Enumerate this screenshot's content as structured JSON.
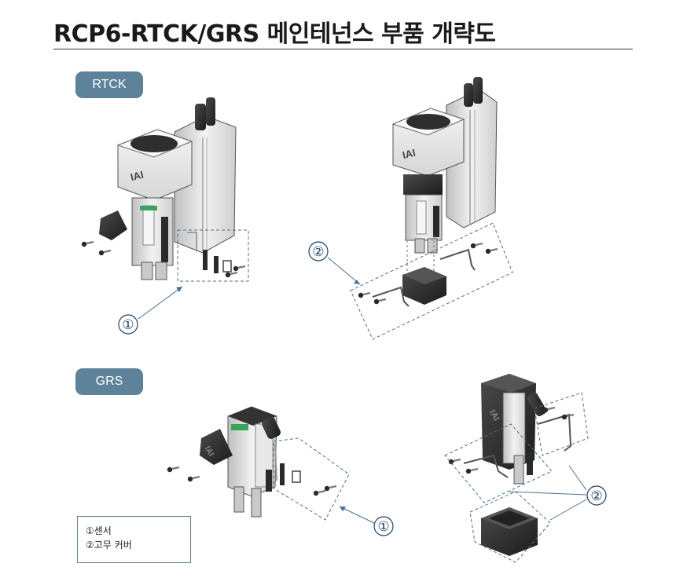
{
  "title": "RCP6-RTCK/GRS 메인테넌스 부품 개략도",
  "colors": {
    "badge": "#5e8299",
    "callout": "#1f3f66",
    "dash": "#4a6f92",
    "body": "#d9d9d9",
    "dark": "#2b2b2b"
  },
  "badges": {
    "rtck": "RTCK",
    "grs": "GRS"
  },
  "logo_text": "IAI",
  "callouts": {
    "sensor": "①",
    "rubber": "②"
  },
  "legend": {
    "line1": "①센서",
    "line2": "②고무 커버"
  }
}
